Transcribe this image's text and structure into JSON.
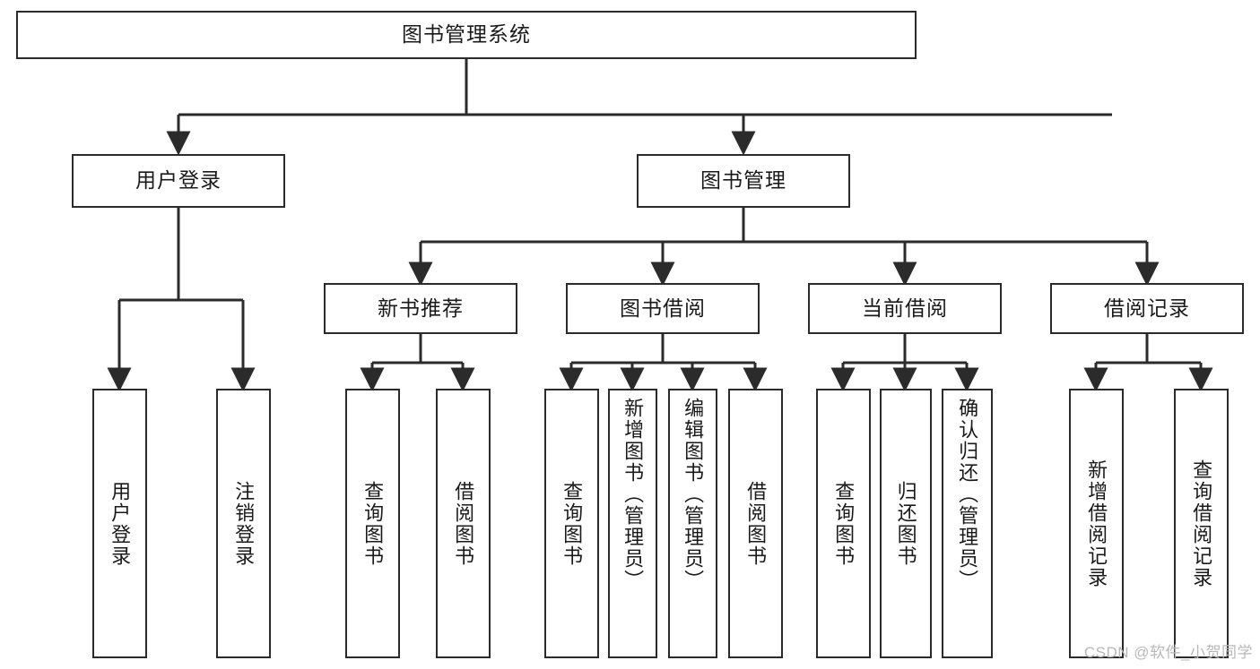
{
  "diagram": {
    "title": "图书管理系统",
    "type": "hierarchy-tree",
    "watermark": "CSDN @软件_小贺同学",
    "colors": {
      "box_border": "#2b2b2b",
      "box_fill": "#ffffff",
      "edge": "#2b2b2b",
      "text": "#1a1a1a",
      "watermark": "#b8b8b8"
    },
    "levels": {
      "root": {
        "label": "图书管理系统"
      },
      "level2": [
        {
          "label": "用户登录"
        },
        {
          "label": "图书管理"
        }
      ],
      "level3": [
        {
          "label": "新书推荐"
        },
        {
          "label": "图书借阅"
        },
        {
          "label": "当前借阅"
        },
        {
          "label": "借阅记录"
        }
      ],
      "leaves": {
        "user_login": [
          {
            "label": "用户登录"
          },
          {
            "label": "注销登录"
          }
        ],
        "new_book_recommend": [
          {
            "label": "查询图书"
          },
          {
            "label": "借阅图书"
          }
        ],
        "book_borrow": [
          {
            "label": "查询图书"
          },
          {
            "label": "新增图书（管理员）"
          },
          {
            "label": "编辑图书（管理员）"
          },
          {
            "label": "借阅图书"
          }
        ],
        "current_borrow": [
          {
            "label": "查询图书"
          },
          {
            "label": "归还图书"
          },
          {
            "label": "确认归还（管理员）"
          }
        ],
        "borrow_record": [
          {
            "label": "新增借阅记录"
          },
          {
            "label": "查询借阅记录"
          }
        ]
      }
    }
  },
  "chart_data": {
    "type": "tree",
    "title": "图书管理系统",
    "nodes": [
      {
        "id": "root",
        "label": "图书管理系统",
        "level": 0,
        "children": [
          "user-login",
          "book-management"
        ]
      },
      {
        "id": "user-login",
        "label": "用户登录",
        "level": 1,
        "children": [
          "user-login-leaf",
          "logout-leaf"
        ]
      },
      {
        "id": "book-management",
        "label": "图书管理",
        "level": 1,
        "children": [
          "new-book-recommend",
          "book-borrow",
          "current-borrow",
          "borrow-record"
        ]
      },
      {
        "id": "new-book-recommend",
        "label": "新书推荐",
        "level": 2,
        "children": [
          "nbr-query-book",
          "nbr-borrow-book"
        ]
      },
      {
        "id": "book-borrow",
        "label": "图书借阅",
        "level": 2,
        "children": [
          "bb-query-book",
          "bb-add-book",
          "bb-edit-book",
          "bb-borrow-book"
        ]
      },
      {
        "id": "current-borrow",
        "label": "当前借阅",
        "level": 2,
        "children": [
          "cb-query-book",
          "cb-return-book",
          "cb-confirm-return"
        ]
      },
      {
        "id": "borrow-record",
        "label": "借阅记录",
        "level": 2,
        "children": [
          "br-add-record",
          "br-query-record"
        ]
      },
      {
        "id": "user-login-leaf",
        "label": "用户登录",
        "level": 2
      },
      {
        "id": "logout-leaf",
        "label": "注销登录",
        "level": 2
      },
      {
        "id": "nbr-query-book",
        "label": "查询图书",
        "level": 3
      },
      {
        "id": "nbr-borrow-book",
        "label": "借阅图书",
        "level": 3
      },
      {
        "id": "bb-query-book",
        "label": "查询图书",
        "level": 3
      },
      {
        "id": "bb-add-book",
        "label": "新增图书（管理员）",
        "level": 3
      },
      {
        "id": "bb-edit-book",
        "label": "编辑图书（管理员）",
        "level": 3
      },
      {
        "id": "bb-borrow-book",
        "label": "借阅图书",
        "level": 3
      },
      {
        "id": "cb-query-book",
        "label": "查询图书",
        "level": 3
      },
      {
        "id": "cb-return-book",
        "label": "归还图书",
        "level": 3
      },
      {
        "id": "cb-confirm-return",
        "label": "确认归还（管理员）",
        "level": 3
      },
      {
        "id": "br-add-record",
        "label": "新增借阅记录",
        "level": 3
      },
      {
        "id": "br-query-record",
        "label": "查询借阅记录",
        "level": 3
      }
    ]
  }
}
